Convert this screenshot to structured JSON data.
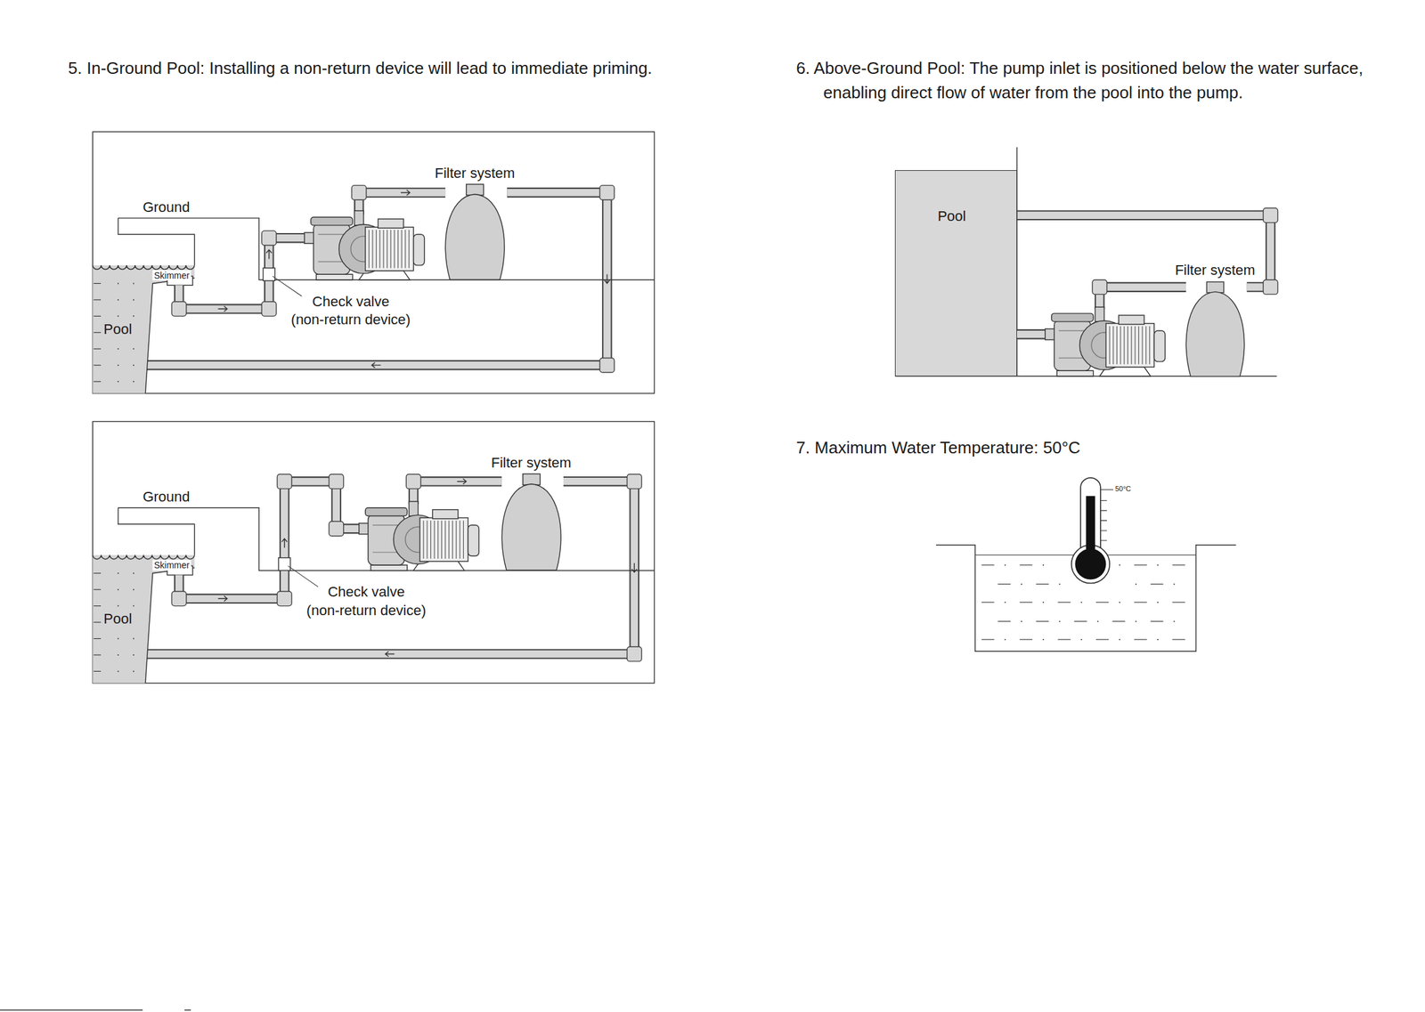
{
  "diagram": {
    "nodes": [
      {
        "text": [
          "Pool"
        ]
      },
      {
        "text": [
          "Filter system"
        ]
      },
      {
        "text": [
          "Pool"
        ]
      },
      {
        "text": [
          "Filter system"
        ]
      },
      {
        "text": [
          "Pool"
        ]
      },
      {
        "text": [
          "Filter system"
        ]
      }
    ],
    "edges": [
      {
        "from": 1,
        "to": 0,
        "arrow": "to"
      },
      {
        "from": 3,
        "to": 2,
        "arrow": "to"
      },
      {
        "from": 5,
        "to": 4,
        "arrow": "none"
      }
    ],
    "labels": [
      "5. In-Ground Pool: Installing a non-return device will lead to immediate priming.",
      "Ground",
      "Skimmer",
      "Check valve",
      "(non-return device)",
      "Ground",
      "Skimmer",
      "Check valve",
      "(non-return device)",
      "6. Above-Ground Pool: The pump inlet is positioned below the water surface, enabling direct flow of water from the pool into the pump.",
      "7. Maximum Water Temperature: 50°C",
      "50°C"
    ]
  }
}
